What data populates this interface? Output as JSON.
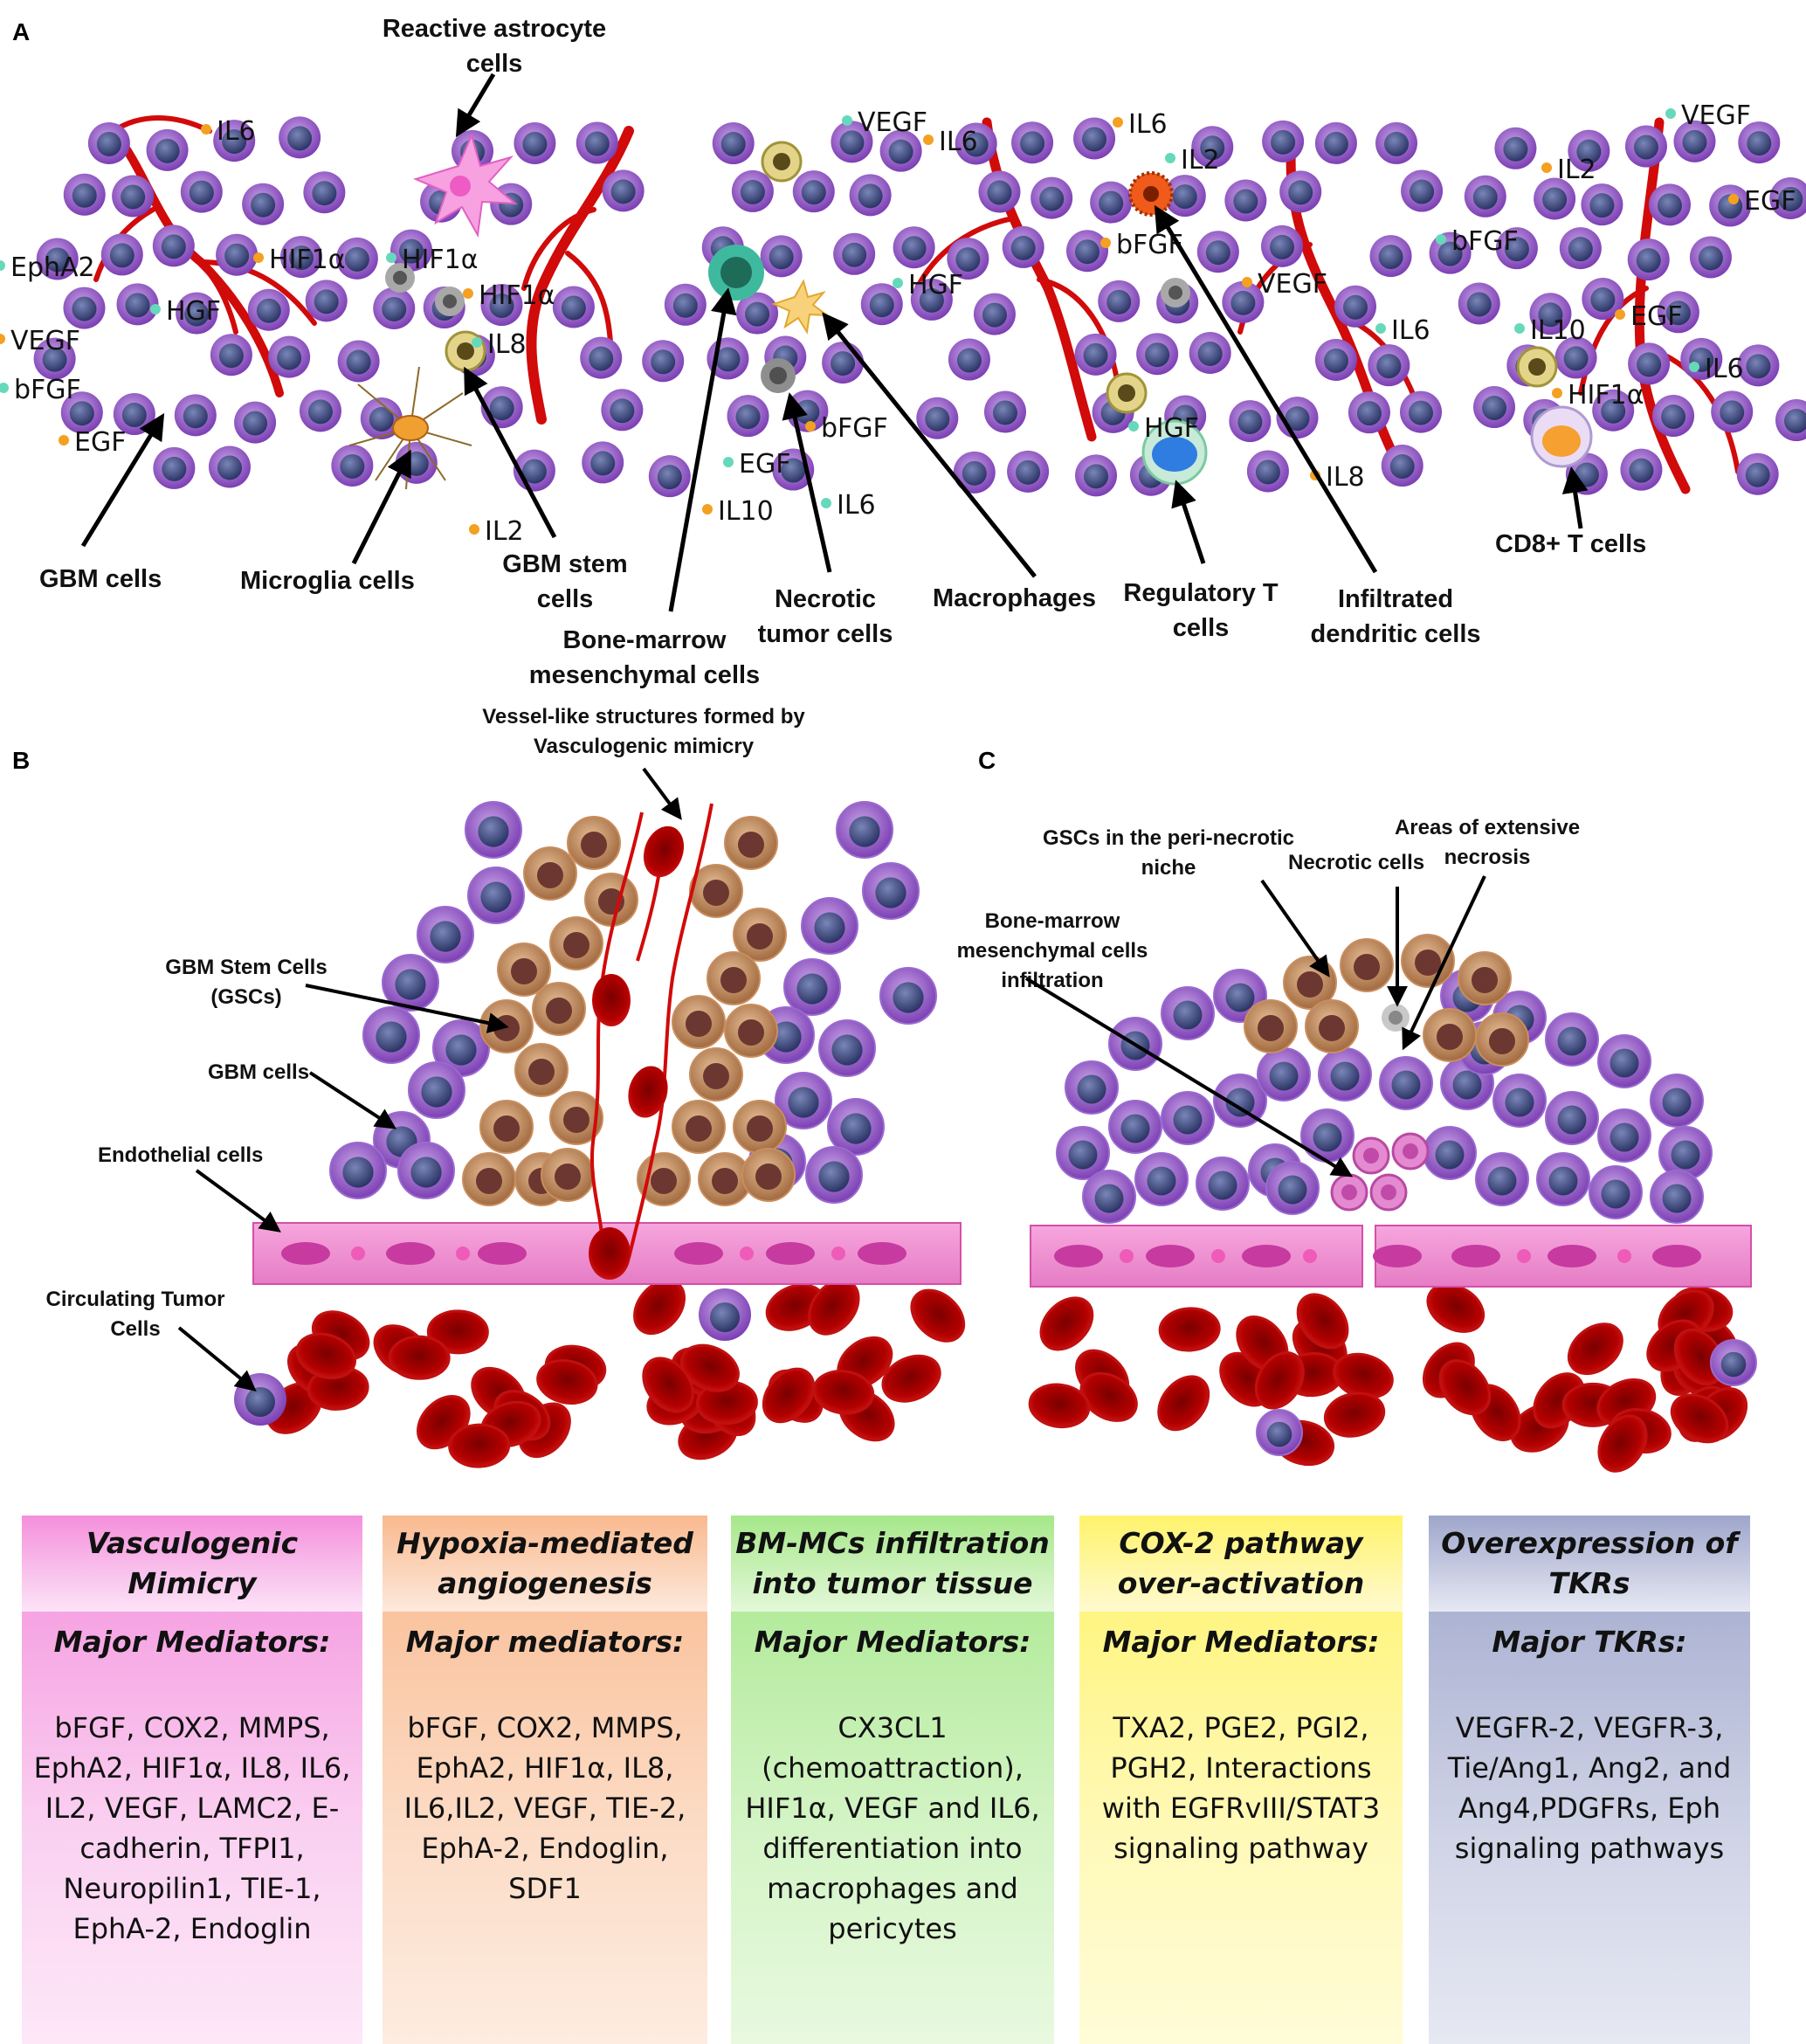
{
  "panels": {
    "a": {
      "letter": "A",
      "cell_labels": [
        "Reactive astrocyte cells",
        "GBM cells",
        "Microglia cells",
        "GBM stem cells",
        "Bone-marrow mesenchymal cells",
        "Necrotic tumor cells",
        "Macrophages",
        "Regulatory T cells",
        "Infiltrated dendritic cells",
        "CD8+  T cells"
      ],
      "cytokines": [
        "IL6",
        "EphA2",
        "HIF1α",
        "HIF1α",
        "HIF1α",
        "HGF",
        "VEGF",
        "bFGF",
        "EGF",
        "IL8",
        "IL2",
        "VEGF",
        "IL6",
        "HGF",
        "bFGF",
        "EGF",
        "IL10",
        "IL6",
        "IL6",
        "IL2",
        "bFGF",
        "HGF",
        "VEGF",
        "IL6",
        "IL8",
        "bFGF",
        "IL2",
        "IL10",
        "EGF",
        "VEGF",
        "EGF",
        "IL6",
        "HIF1α"
      ]
    },
    "b": {
      "letter": "B",
      "labels": {
        "vm": "Vessel-like structures formed by Vasculogenic mimicry",
        "gsc": "GBM Stem Cells (GSCs)",
        "gbm": "GBM cells",
        "endo": "Endothelial cells",
        "ctc": "Circulating Tumor Cells"
      }
    },
    "c": {
      "letter": "C",
      "labels": {
        "gsc": "GSCs in the peri-necrotic niche",
        "necrotic": "Necrotic cells",
        "necrosis": "Areas of extensive necrosis",
        "bm": "Bone-marrow mesenchymal cells infiltration"
      }
    }
  },
  "boxes": [
    {
      "title": "Vasculogenic Mimicry",
      "subtitle": "Major Mediators:",
      "body": "bFGF, COX2, MMPS, EphA2, HIF1α, IL8, IL6, IL2, VEGF, LAMC2, E-cadherin, TFPI1, Neuropilin1, TIE-1, EphA-2, Endoglin",
      "color": "#f48fdc"
    },
    {
      "title": "Hypoxia-mediated angiogenesis",
      "subtitle": "Major mediators:",
      "body": "bFGF, COX2, MMPS, EphA2, HIF1α, IL8, IL6,IL2, VEGF, TIE-2, EphA-2, Endoglin, SDF1",
      "color": "#f9b98e"
    },
    {
      "title": "BM-MCs infiltration into tumor tissue",
      "subtitle": "Major Mediators:",
      "body": "CX3CL1 (chemoattraction), HIF1α, VEGF and IL6, differentiation into macrophages and pericytes",
      "color": "#a6e78a"
    },
    {
      "title": "COX-2 pathway over-activation",
      "subtitle": "Major Mediators:",
      "body": "TXA2, PGE2, PGI2, PGH2, Interactions with EGFRvIII/STAT3 signaling pathway",
      "color": "#fff36b"
    },
    {
      "title": "Overexpression of TKRs",
      "subtitle": "Major TKRs:",
      "body": "VEGFR-2, VEGFR-3, Tie/Ang1, Ang2, and Ang4,PDGFRs, Eph signaling pathways",
      "color": "#9ea6cb"
    }
  ]
}
